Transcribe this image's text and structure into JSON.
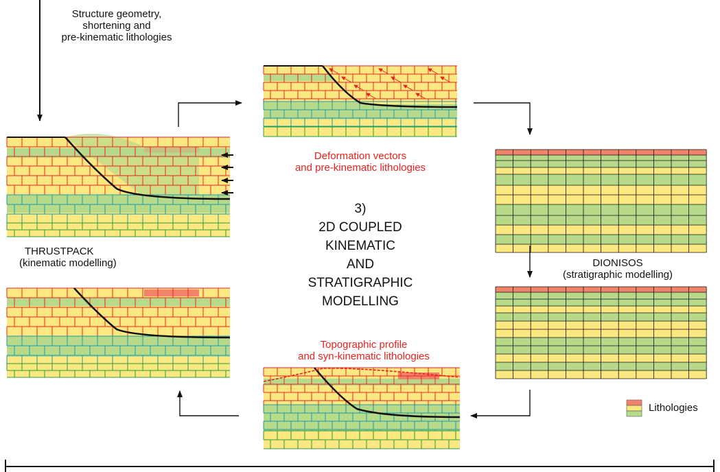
{
  "input_label": [
    "Structure geometry,",
    "shortening and",
    "pre-kinematic lithologies"
  ],
  "thrustpack_label": [
    "THRUSTPACK",
    "(kinematic modelling)"
  ],
  "dionisos_label": [
    "DIONISOS",
    "(stratigraphic modelling)"
  ],
  "deformation_label": [
    "Deformation vectors",
    "and pre-kinematic lithologies"
  ],
  "topographic_label": [
    "Topographic profile",
    "and syn-kinematic lithologies"
  ],
  "center_title": [
    "3)",
    "2D COUPLED",
    "KINEMATIC",
    "AND",
    "STRATIGRAPHIC",
    "MODELLING"
  ],
  "legend_label": "Lithologies",
  "colors": {
    "orange": "#f1836b",
    "yellow": "#fbe880",
    "green": "#b6d98a",
    "red_line": "#ee2222",
    "teal_line": "#1c9aa5",
    "green_line": "#2d9a36",
    "annotation_red": "#e8221d"
  }
}
